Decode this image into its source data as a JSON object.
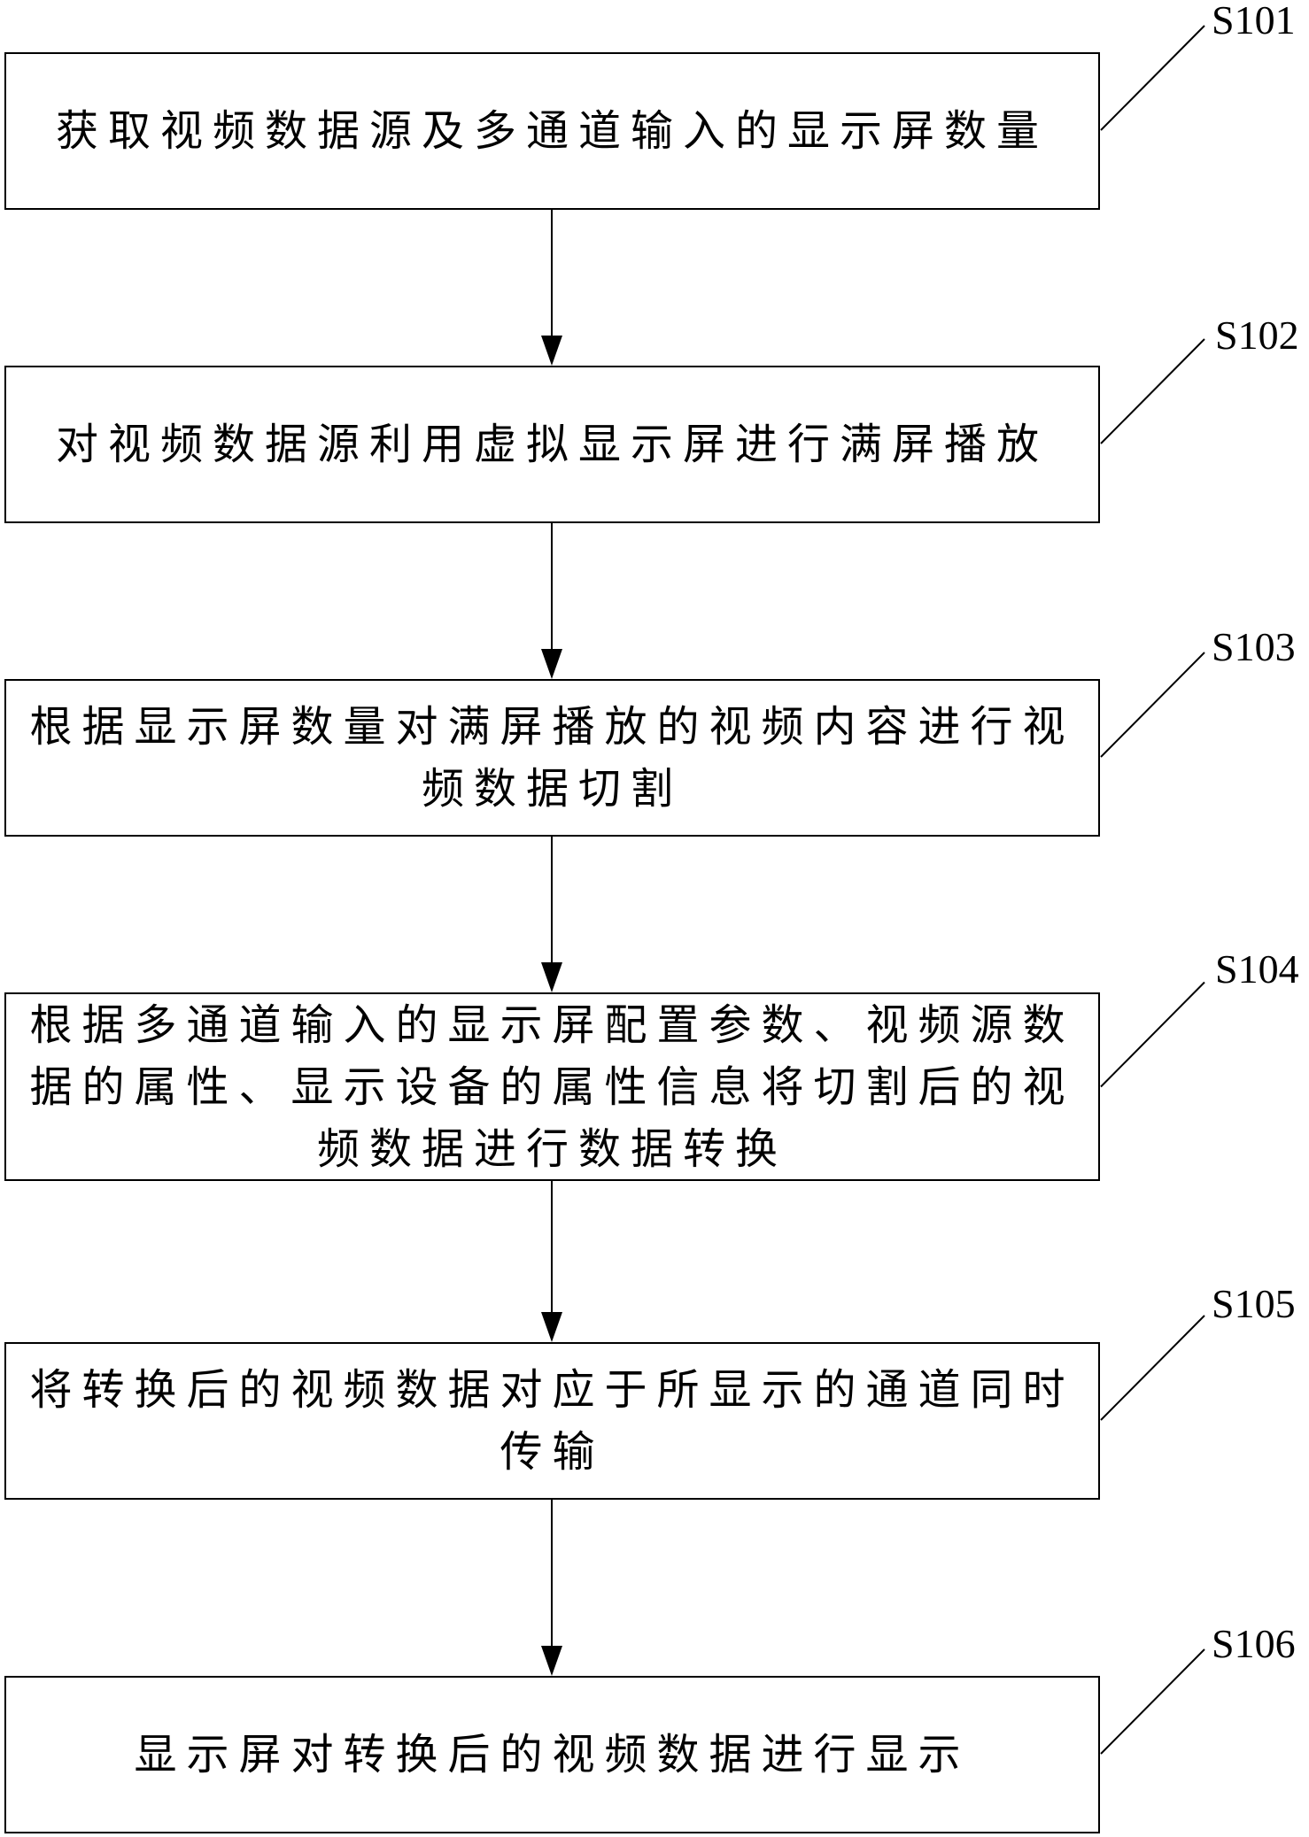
{
  "diagram": {
    "type": "flowchart",
    "direction": "top-to-bottom",
    "colors": {
      "stroke": "#000000",
      "background": "#ffffff",
      "text": "#000000"
    },
    "steps": [
      {
        "id": "S101",
        "label": "S101",
        "lines": [
          "获取视频数据源及多通道输入的显示屏数量"
        ]
      },
      {
        "id": "S102",
        "label": "S102",
        "lines": [
          "对视频数据源利用虚拟显示屏进行满屏播放"
        ]
      },
      {
        "id": "S103",
        "label": "S103",
        "lines": [
          "根据显示屏数量对满屏播放的视频内容进行视",
          "频数据切割"
        ]
      },
      {
        "id": "S104",
        "label": "S104",
        "lines": [
          "根据多通道输入的显示屏配置参数、视频源数",
          "据的属性、显示设备的属性信息将切割后的视",
          "频数据进行数据转换"
        ]
      },
      {
        "id": "S105",
        "label": "S105",
        "lines": [
          "将转换后的视频数据对应于所显示的通道同时",
          "传输"
        ]
      },
      {
        "id": "S106",
        "label": "S106",
        "lines": [
          "显示屏对转换后的视频数据进行显示"
        ]
      }
    ],
    "connections": [
      {
        "from": "S101",
        "to": "S102"
      },
      {
        "from": "S102",
        "to": "S103"
      },
      {
        "from": "S103",
        "to": "S104"
      },
      {
        "from": "S104",
        "to": "S105"
      },
      {
        "from": "S105",
        "to": "S106"
      }
    ]
  }
}
